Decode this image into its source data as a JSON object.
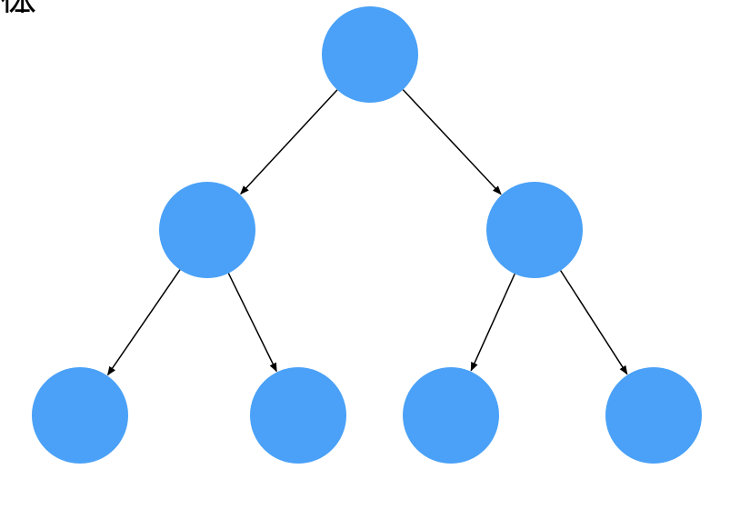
{
  "diagram": {
    "title": "体",
    "colors": {
      "node_fill": "#4aa1f7",
      "edge_stroke": "#000000",
      "background": "#ffffff"
    },
    "nodes": [
      {
        "id": "root",
        "level": 0,
        "label": ""
      },
      {
        "id": "left-child",
        "level": 1,
        "label": ""
      },
      {
        "id": "right-child",
        "level": 1,
        "label": ""
      },
      {
        "id": "left-left-leaf",
        "level": 2,
        "label": ""
      },
      {
        "id": "left-right-leaf",
        "level": 2,
        "label": ""
      },
      {
        "id": "right-left-leaf",
        "level": 2,
        "label": ""
      },
      {
        "id": "right-right-leaf",
        "level": 2,
        "label": ""
      }
    ],
    "edges": [
      {
        "from": "root",
        "to": "left-child",
        "directed": true
      },
      {
        "from": "root",
        "to": "right-child",
        "directed": true
      },
      {
        "from": "left-child",
        "to": "left-left-leaf",
        "directed": true
      },
      {
        "from": "left-child",
        "to": "left-right-leaf",
        "directed": true
      },
      {
        "from": "right-child",
        "to": "right-left-leaf",
        "directed": true
      },
      {
        "from": "right-child",
        "to": "right-right-leaf",
        "directed": true
      }
    ]
  }
}
